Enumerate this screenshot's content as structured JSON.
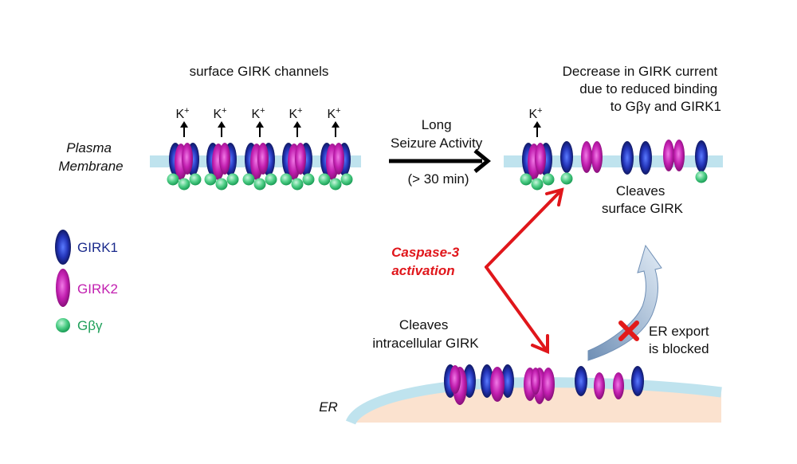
{
  "labels": {
    "surface_channels": "surface GIRK channels",
    "plasma_membrane_line1": "Plasma",
    "plasma_membrane_line2": "Membrane",
    "k_ion": "K",
    "k_charge": "+",
    "long_line1": "Long",
    "long_line2": "Seizure Activity",
    "long_line3": "(> 30 min)",
    "decrease_line1": "Decrease in GIRK current",
    "decrease_line2": "due to reduced binding",
    "decrease_line3": "to Gβγ and GIRK1",
    "cleaves_surface_line1": "Cleaves",
    "cleaves_surface_line2": "surface GIRK",
    "caspase_line1": "Caspase-3",
    "caspase_line2": "activation",
    "cleaves_intra_line1": "Cleaves",
    "cleaves_intra_line2": "intracellular GIRK",
    "er_export_line1": "ER export",
    "er_export_line2": "is blocked",
    "er": "ER"
  },
  "legend": {
    "girk1": "GIRK1",
    "girk2": "GIRK2",
    "gbg": "Gβγ"
  },
  "colors": {
    "girk1": "#1a2a8c",
    "girk2": "#c21fb0",
    "gbg": "#1fa05a",
    "membrane": "#bfe3ee",
    "er_lumen": "#fbe2cf",
    "caspase": "#e0161b",
    "blocked_arrow": "#b9cde3"
  },
  "icons": {
    "blocked": "red-x-icon"
  }
}
